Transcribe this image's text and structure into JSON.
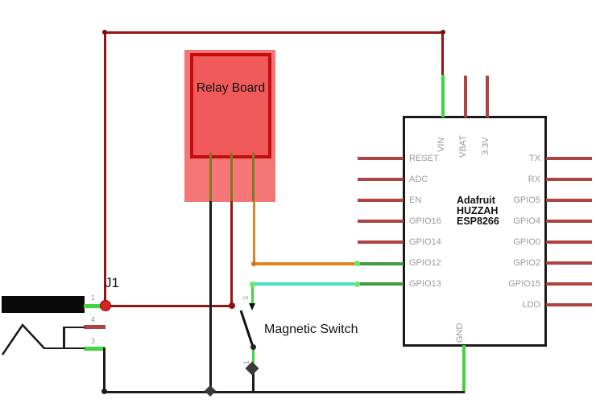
{
  "relay_board": {
    "label": "Relay Board"
  },
  "magnetic_switch": {
    "label": "Magnetic Switch",
    "top_pin_number": "3",
    "bottom_pin_number": "1"
  },
  "j1_connector": {
    "label": "J1",
    "pin1_number": "1",
    "pin4_number": "4",
    "pin3_number": "3"
  },
  "esp8266": {
    "name_line1": "Adafruit",
    "name_line2": "HUZZAH",
    "name_line3": "ESP8266",
    "top_pins": [
      "VIN",
      "VBAT",
      "3.3V"
    ],
    "left_pins": [
      "RESET",
      "ADC",
      "EN",
      "GPIO16",
      "GPIO14",
      "GPIO12",
      "GPIO13"
    ],
    "right_pins": [
      "TX",
      "RX",
      "GPIO5",
      "GPIO4",
      "GPIO0",
      "GPIO2",
      "GPIO15",
      "LDO"
    ],
    "bottom_pins": [
      "GND"
    ]
  },
  "colors": {
    "wire_red": "#971414",
    "pin_red": "#ad4343",
    "bright_green": "#3fd63f",
    "connected_pin_green": "#3f9b41",
    "cyan_wire": "#45e2c4",
    "orange_wire": "#e0831c",
    "relay_fill": "#f15a5a",
    "relay_border": "#c50d0d",
    "junction_red": "#e02020",
    "black_wire": "#1c1c1c"
  }
}
